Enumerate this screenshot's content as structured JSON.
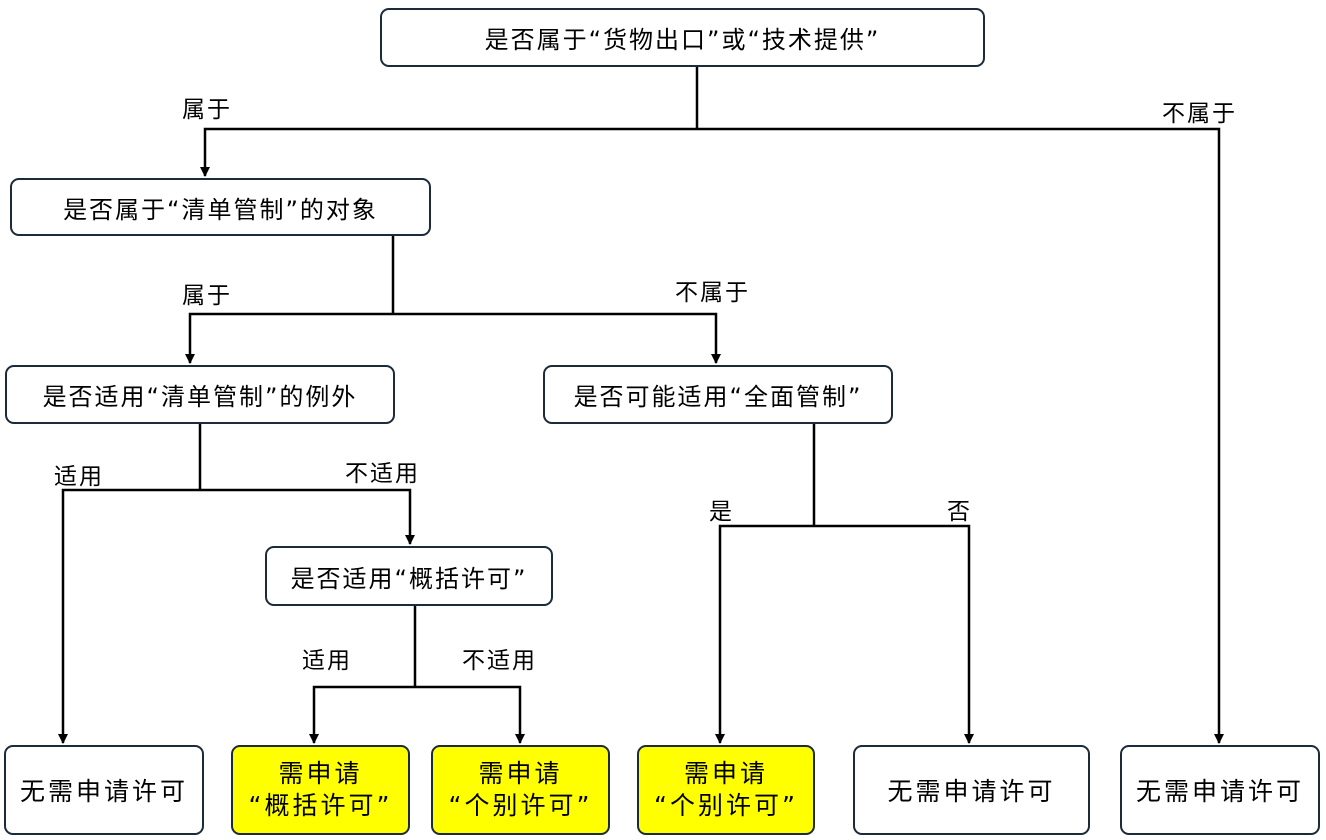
{
  "nodes": {
    "q_export": "是否属于“货物出口”或“技术提供”",
    "q_list_control": "是否属于“清单管制”的对象",
    "q_list_exception": "是否适用“清单管制”的例外",
    "q_catch_all": "是否可能适用“全面管制”",
    "q_general_license": "是否适用“概括许可”",
    "r_no_license_1": "无需申请许可",
    "r_general_license": {
      "line1": "需申请",
      "line2": "“概括许可”"
    },
    "r_individual_license_1": {
      "line1": "需申请",
      "line2": "“个别许可”"
    },
    "r_individual_license_2": {
      "line1": "需申请",
      "line2": "“个别许可”"
    },
    "r_no_license_2": "无需申请许可",
    "r_no_license_3": "无需申请许可"
  },
  "edges": {
    "export_yes": "属于",
    "export_no": "不属于",
    "list_yes": "属于",
    "list_no": "不属于",
    "exception_yes": "适用",
    "exception_no": "不适用",
    "catch_all_yes": "是",
    "catch_all_no": "否",
    "general_yes": "适用",
    "general_no": "不适用"
  },
  "colors": {
    "border": "#1c2b3a",
    "line": "#000000",
    "highlight": "#ffff00"
  }
}
